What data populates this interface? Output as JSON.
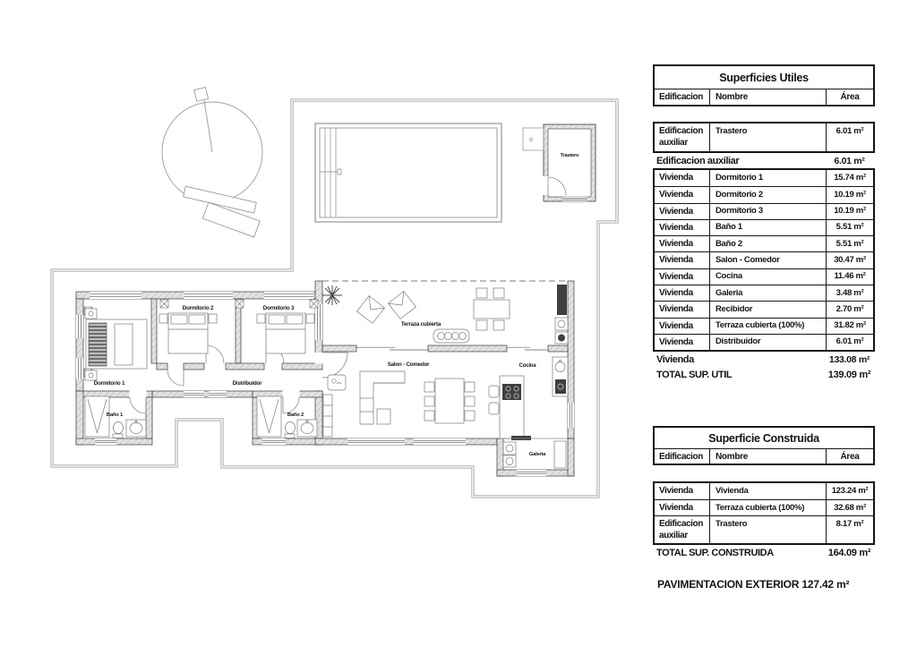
{
  "plan": {
    "labels": {
      "trastero": "Trastero",
      "dormitorio1": "Dormitorio 1",
      "dormitorio2": "Dormitorio 2",
      "dormitorio3": "Dormitorio 3",
      "bano1": "Baño 1",
      "bano2": "Baño 2",
      "distribuidor": "Distribuidor",
      "salon": "Salon - Comedor",
      "cocina": "Cocina",
      "terraza": "Terraza cubierta",
      "galeria": "Galeria"
    }
  },
  "tables": {
    "utiles": {
      "title": "Superficies Utiles",
      "col_edificacion": "Edificacion",
      "col_nombre": "Nombre",
      "col_area": "Área",
      "aux_row": {
        "e": "Edificacion auxiliar",
        "n": "Trastero",
        "a": "6.01 m²"
      },
      "aux_subtotal": {
        "label": "Edificacion auxiliar",
        "a": "6.01 m²"
      },
      "rows": [
        {
          "e": "Vivienda",
          "n": "Dormitorio 1",
          "a": "15.74 m²"
        },
        {
          "e": "Vivienda",
          "n": "Dormitorio 2",
          "a": "10.19 m²"
        },
        {
          "e": "Vivienda",
          "n": "Dormitorio 3",
          "a": "10.19 m²"
        },
        {
          "e": "Vivienda",
          "n": "Baño 1",
          "a": "5.51 m²"
        },
        {
          "e": "Vivienda",
          "n": "Baño 2",
          "a": "5.51 m²"
        },
        {
          "e": "Vivienda",
          "n": "Salon - Comedor",
          "a": "30.47 m²"
        },
        {
          "e": "Vivienda",
          "n": "Cocina",
          "a": "11.46 m²"
        },
        {
          "e": "Vivienda",
          "n": "Galeria",
          "a": "3.48 m²"
        },
        {
          "e": "Vivienda",
          "n": "Recibidor",
          "a": "2.70 m²"
        },
        {
          "e": "Vivienda",
          "n": "Terraza cubierta (100%)",
          "a": "31.82 m²"
        },
        {
          "e": "Vivienda",
          "n": "Distribuidor",
          "a": "6.01 m²"
        }
      ],
      "viv_subtotal": {
        "label": "Vivienda",
        "a": "133.08 m²"
      },
      "total": {
        "label": "TOTAL SUP. UTIL",
        "a": "139.09 m²"
      }
    },
    "construida": {
      "title": "Superficie Construida",
      "col_edificacion": "Edificacion",
      "col_nombre": "Nombre",
      "col_area": "Área",
      "rows": [
        {
          "e": "Vivienda",
          "n": "Vivienda",
          "a": "123.24 m²"
        },
        {
          "e": "Vivienda",
          "n": "Terraza cubierta (100%)",
          "a": "32.68 m²"
        },
        {
          "e": "Edificacion auxiliar",
          "n": "Trastero",
          "a": "8.17 m²"
        }
      ],
      "total": {
        "label": "TOTAL SUP. CONSTRUIDA",
        "a": "164.09 m²"
      }
    }
  },
  "footer": {
    "pavimentacion": "PAVIMENTACION EXTERIOR 127.42 m²"
  },
  "colors": {
    "wall_fill": "#e2e2e2",
    "wall_stroke": "#3a3a3a",
    "thin_line": "#8a8a8a",
    "dark_fixture": "#3f3f3f",
    "text": "#161616"
  }
}
